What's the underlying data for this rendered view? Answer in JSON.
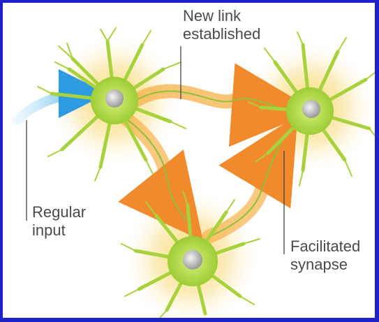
{
  "labels": {
    "new_link": "New link\nestablished",
    "regular_input": "Regular\ninput",
    "facilitated_synapse": "Facilitated\nsynapse"
  },
  "colors": {
    "background": "#ffffff",
    "border": "#1f22c9",
    "neuron_body": "#a9d63f",
    "nucleus": "#c9c9c9",
    "glow": "#f6c94a",
    "pathway": "#f2a33a",
    "input_arrow": "#5fc1f0",
    "leader_line": "#444444"
  }
}
